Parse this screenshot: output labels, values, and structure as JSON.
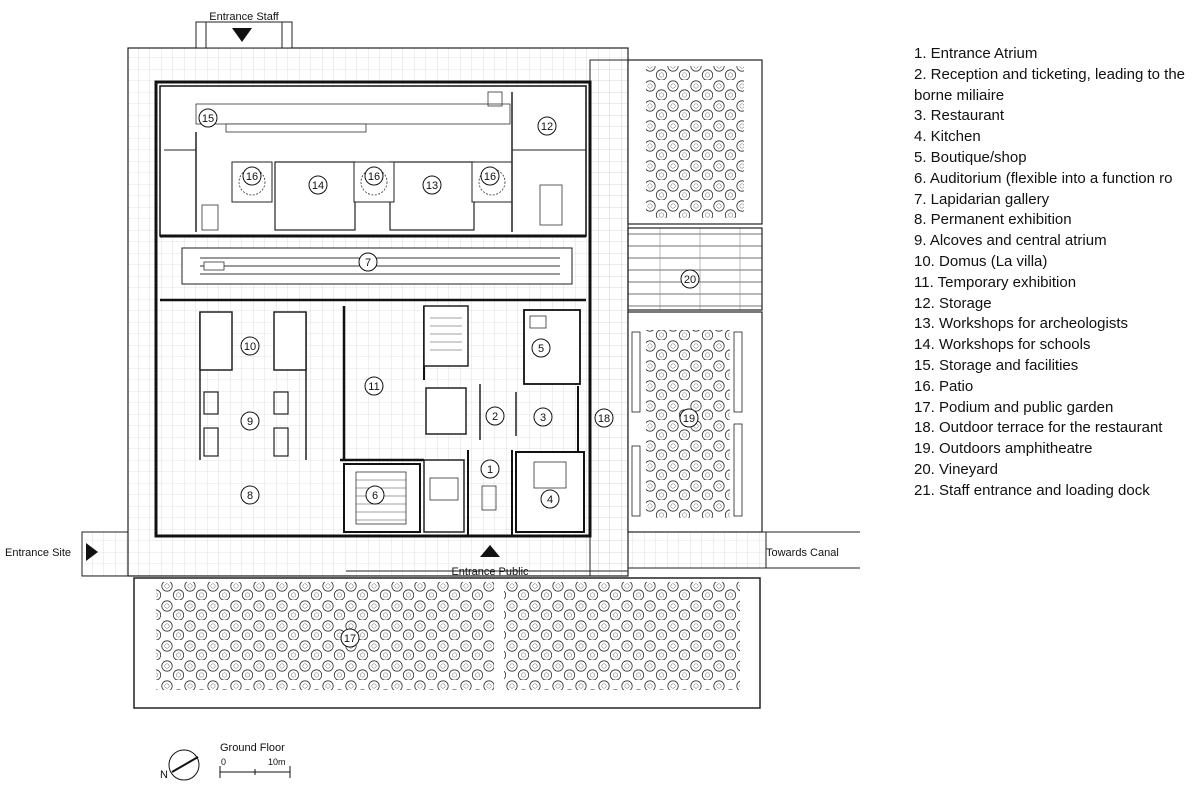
{
  "labels": {
    "entrance_staff": "Entrance Staff",
    "entrance_site": "Entrance Site",
    "entrance_public": "Entrance Public",
    "towards_canal": "Towards Canal",
    "floor": "Ground Floor",
    "scale_zero": "0",
    "scale_ten": "10m",
    "north": "N"
  },
  "rooms": [
    {
      "id": "1",
      "name": "Entrance Atrium"
    },
    {
      "id": "2",
      "name": "Reception and ticketing, leading to the borne miliaire"
    },
    {
      "id": "3",
      "name": "Restaurant"
    },
    {
      "id": "4",
      "name": "Kitchen"
    },
    {
      "id": "5",
      "name": "Boutique/shop"
    },
    {
      "id": "6",
      "name": "Auditorium (flexible into a function ro"
    },
    {
      "id": "7",
      "name": "Lapidarian gallery"
    },
    {
      "id": "8",
      "name": "Permanent exhibition"
    },
    {
      "id": "9",
      "name": "Alcoves and central atrium"
    },
    {
      "id": "10",
      "name": "Domus (La villa)"
    },
    {
      "id": "11",
      "name": "Temporary exhibition"
    },
    {
      "id": "12",
      "name": "Storage"
    },
    {
      "id": "13",
      "name": "Workshops for archeologists"
    },
    {
      "id": "14",
      "name": "Workshops for schools"
    },
    {
      "id": "15",
      "name": "Storage and facilities"
    },
    {
      "id": "16",
      "name": "Patio"
    },
    {
      "id": "17",
      "name": "Podium and public garden"
    },
    {
      "id": "18",
      "name": "Outdoor terrace for the restaurant"
    },
    {
      "id": "19",
      "name": "Outdoors amphitheatre"
    },
    {
      "id": "20",
      "name": "Vineyard"
    },
    {
      "id": "21",
      "name": "Staff entrance and loading dock"
    }
  ],
  "legend": [
    "1. Entrance Atrium",
    "2. Reception and ticketing, leading to the borne miliaire",
    "3. Restaurant",
    "4. Kitchen",
    "5. Boutique/shop",
    "6. Auditorium (flexible into a function ro",
    "7. Lapidarian gallery",
    "8. Permanent exhibition",
    "9. Alcoves and central atrium",
    "10. Domus (La villa)",
    "11. Temporary exhibition",
    "12. Storage",
    "13. Workshops for archeologists",
    "14. Workshops for schools",
    "15. Storage and facilities",
    "16. Patio",
    "17. Podium and public garden",
    "18. Outdoor terrace for the restaurant",
    "19. Outdoors amphitheatre",
    "20. Vineyard",
    "21. Staff entrance and loading dock"
  ]
}
